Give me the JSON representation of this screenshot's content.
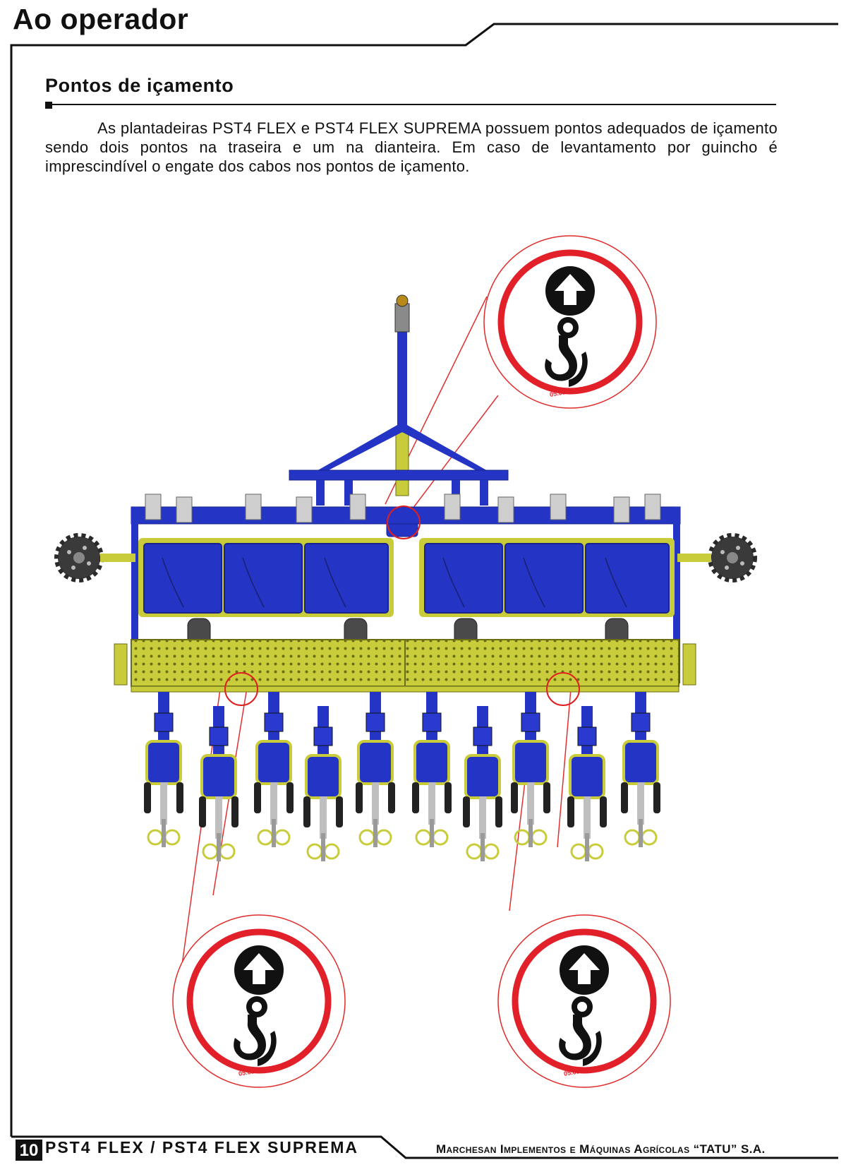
{
  "header": {
    "title": "Ao operador"
  },
  "section": {
    "title": "Pontos de içamento",
    "paragraph": "As plantadeiras PST4 FLEX e PST4 FLEX SUPREMA possuem pontos adequados de içamento sendo dois pontos na traseira e um na dianteira. Em caso de levantamento por guincho é imprescindível o engate dos cabos nos pontos de içamento."
  },
  "figure": {
    "decals": [
      {
        "code": "05.03.03.4078",
        "icon": "lifting-hook-icon"
      },
      {
        "code": "05.03.03.4078",
        "icon": "lifting-hook-icon"
      },
      {
        "code": "05.03.03.4078",
        "icon": "lifting-hook-icon"
      }
    ],
    "colors": {
      "frame_blue": "#2434c4",
      "bar_yellow": "#c8cc3a",
      "decal_red": "#e2202a",
      "callout_line": "#e03030"
    }
  },
  "footer": {
    "page_number": "10",
    "model": "PST4 FLEX / PST4 FLEX SUPREMA",
    "company": "Marchesan Implementos e Máquinas Agrícolas “TATU” S.A."
  }
}
